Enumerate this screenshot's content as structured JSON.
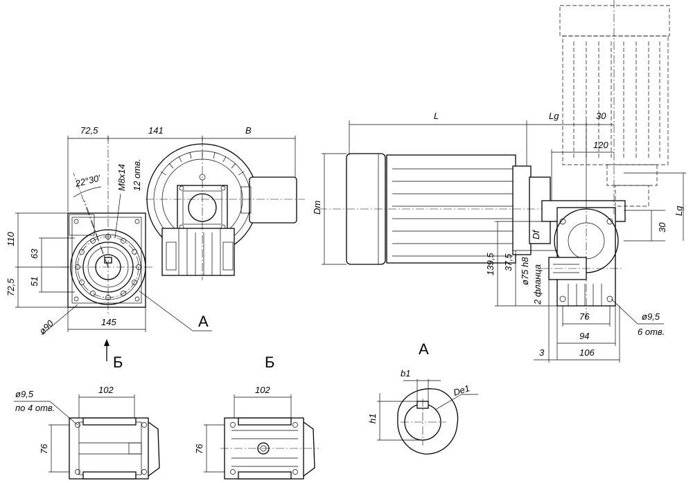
{
  "dims": {
    "d72_5_top": "72,5",
    "d141": "141",
    "dB": "B",
    "d22_30": "22°30'",
    "dM8x14": "M8x14",
    "d12otv": "12 отв.",
    "d110": "110",
    "d63": "63",
    "d51": "51",
    "d72_5_left": "72,5",
    "d90": "ø90",
    "d145": "145",
    "dL": "L",
    "dLg_top": "Lg",
    "d30_top": "30",
    "d120": "120",
    "dDm": "Dm",
    "dDf": "Df",
    "d139_5": "139,5",
    "d37_5": "37,5",
    "d75h8": "ø75 h8",
    "d2flanca": "2 фланца",
    "d30_right": "30",
    "dLg_right": "Lg",
    "d76_r": "76",
    "d94": "94",
    "d3": "3",
    "d106": "106",
    "d9_5_r": "ø9,5",
    "d6otv": "6 отв.",
    "d9_5_bl": "ø9,5",
    "dpo4otv": "по 4 отв.",
    "d102_l": "102",
    "d76_l": "76",
    "d102_m": "102",
    "d76_m": "76",
    "db1": "b1",
    "dh1": "h1",
    "dDe1": "De1"
  },
  "views": {
    "A_arrow": "A",
    "A_view": "A",
    "B_arrow": "Б",
    "B_view": "Б"
  }
}
